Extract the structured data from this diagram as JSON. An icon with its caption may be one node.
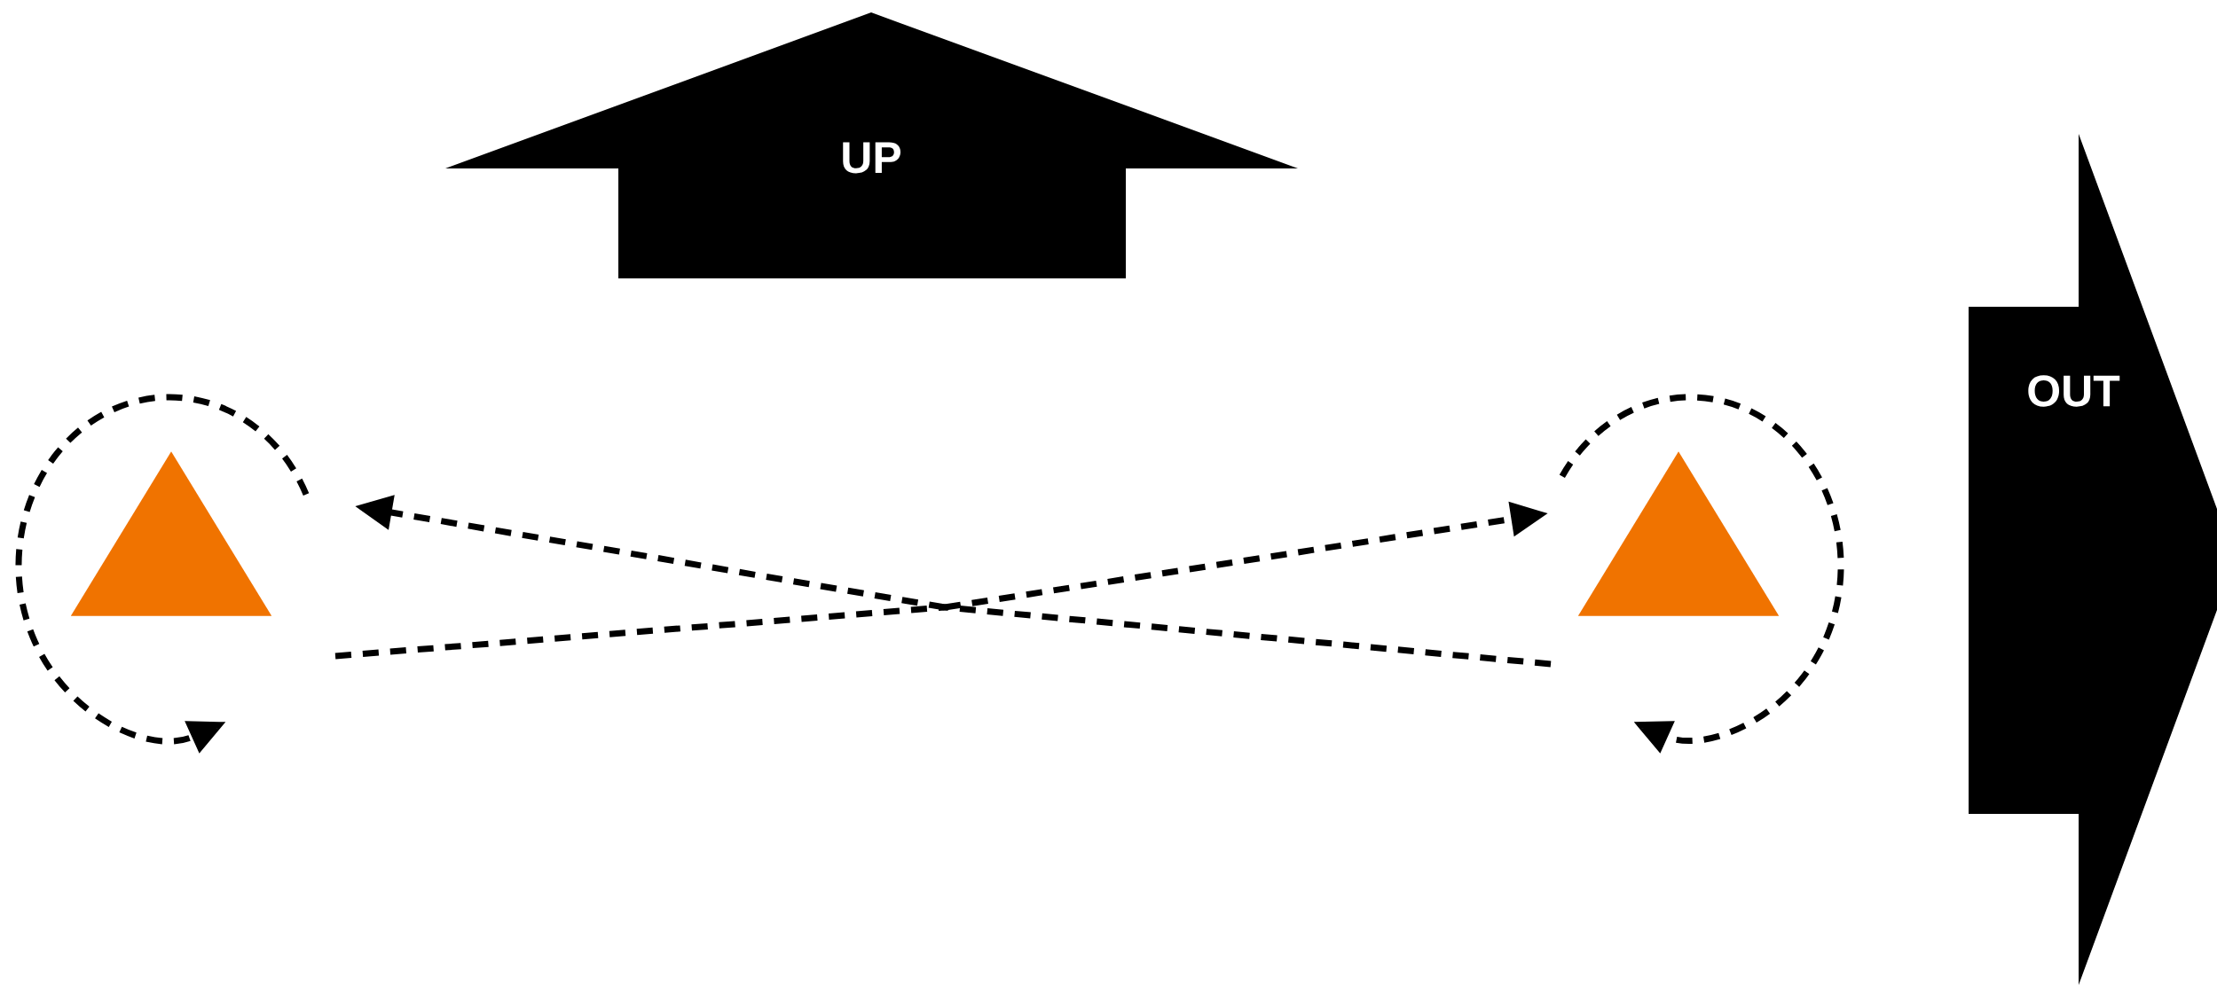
{
  "diagram": {
    "nodes": [
      {
        "text": [
          "UP"
        ]
      },
      {
        "text": [],
        "shape": "triangle"
      },
      {
        "text": [],
        "shape": "triangle"
      },
      {
        "text": [
          "OUT"
        ]
      }
    ]
  }
}
